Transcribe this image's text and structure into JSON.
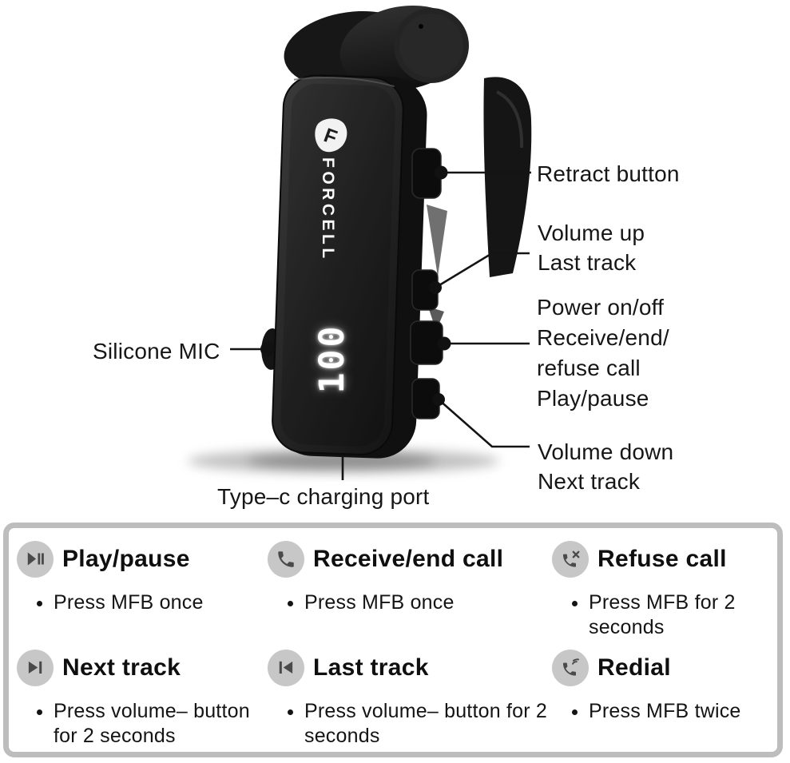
{
  "device": {
    "brand_vertical": "FORCELL",
    "logo_letter": "F",
    "display_value": "100"
  },
  "callouts": {
    "retract": {
      "label": "Retract button"
    },
    "volume_up": {
      "line1": "Volume up",
      "line2": "Last track"
    },
    "mfb": {
      "line1": "Power on/off",
      "line2": "Receive/end/",
      "line3": "refuse call",
      "line4": "Play/pause"
    },
    "volume_down": {
      "line1": "Volume down",
      "line2": "Next track"
    },
    "mic": {
      "label": "Silicone MIC"
    },
    "charging": {
      "label": "Type–c charging port"
    }
  },
  "instructions": [
    {
      "icon": "play-pause-icon",
      "title": "Play/pause",
      "steps": [
        "Press MFB once"
      ]
    },
    {
      "icon": "receive-call-icon",
      "title": "Receive/end call",
      "steps": [
        "Press MFB once"
      ]
    },
    {
      "icon": "refuse-call-icon",
      "title": "Refuse call",
      "steps": [
        "Press MFB for 2 seconds"
      ]
    },
    {
      "icon": "next-track-icon",
      "title": "Next track",
      "steps": [
        "Press volume– button for 2 seconds"
      ]
    },
    {
      "icon": "last-track-icon",
      "title": "Last track",
      "steps": [
        "Press volume– button for 2 seconds"
      ]
    },
    {
      "icon": "redial-icon",
      "title": "Redial",
      "steps": [
        "Press MFB twice"
      ]
    }
  ],
  "colors": {
    "panel_border": "#bdbdbd",
    "icon_circle": "#c7c7c7",
    "icon_glyph": "#4a4a4a",
    "callout_line": "#141414",
    "led": "#ffffff"
  }
}
